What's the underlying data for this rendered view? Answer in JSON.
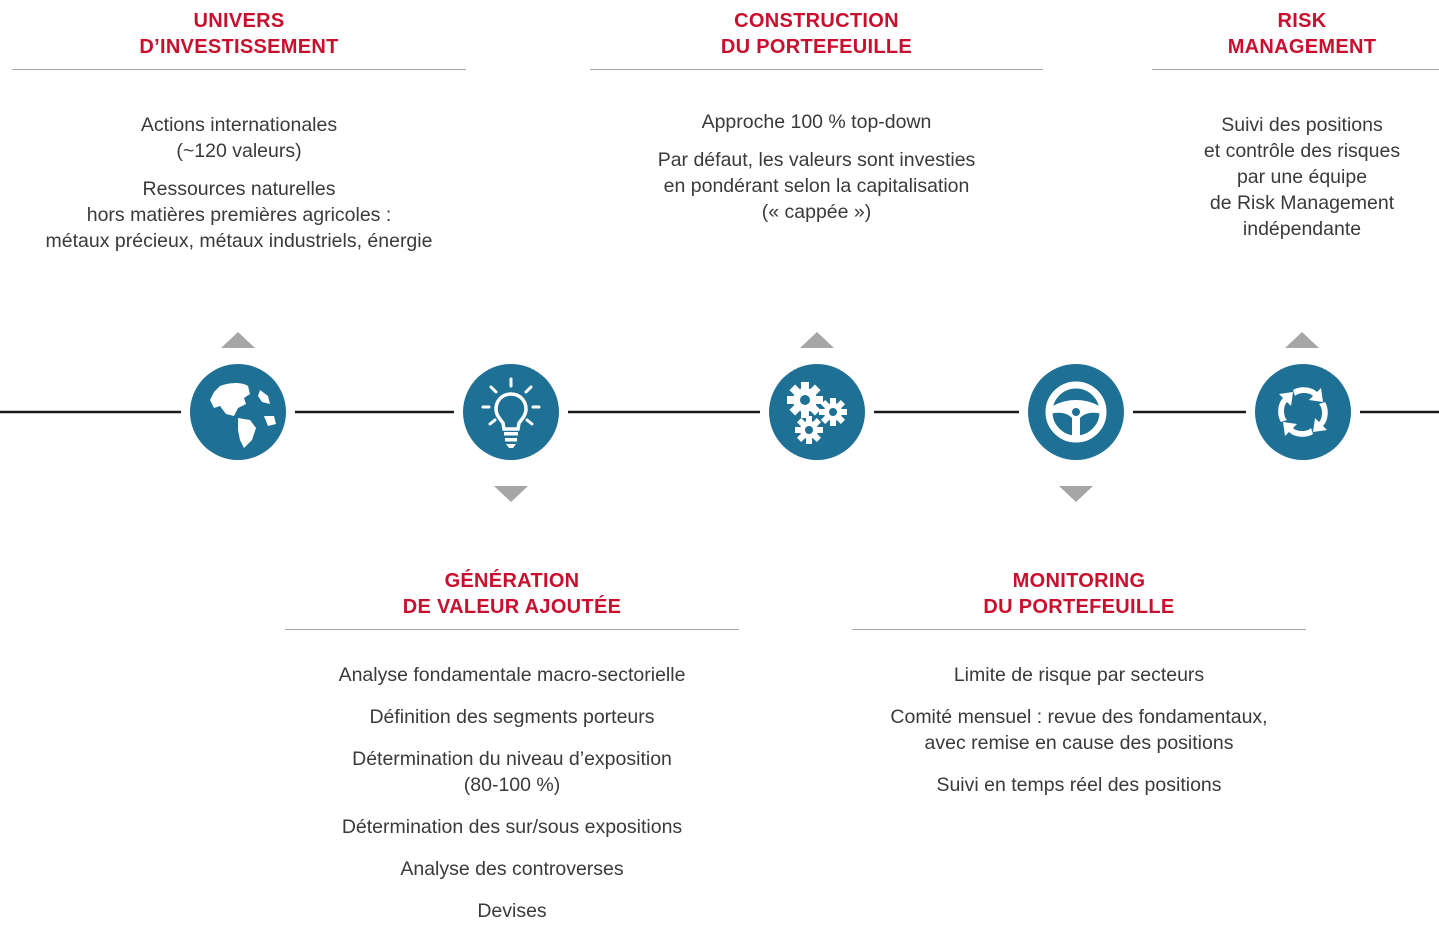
{
  "colors": {
    "title": "#c8102e",
    "text": "#3a3a3a",
    "icon_fill": "#1e7095",
    "line": "#1a1a1a",
    "arrow": "#a6a6a6"
  },
  "steps": [
    {
      "title": [
        "UNIVERS",
        "D’INVESTISSEMENT"
      ],
      "items": [
        "Actions internationales\n(~120 valeurs)",
        "Ressources naturelles\nhors matières premières agricoles :\nmétaux précieux, métaux industriels, énergie"
      ],
      "icon": "globe-icon"
    },
    {
      "title": [
        "GÉNÉRATION",
        "DE VALEUR AJOUTÉE"
      ],
      "items": [
        "Analyse fondamentale macro-sectorielle",
        "Définition des segments porteurs",
        "Détermination du niveau d’exposition\n(80-100 %)",
        "Détermination des sur/sous expositions",
        "Analyse des controverses",
        "Devises"
      ],
      "icon": "lightbulb-icon"
    },
    {
      "title": [
        "CONSTRUCTION",
        "DU PORTEFEUILLE"
      ],
      "items": [
        "Approche 100 % top-down",
        "Par défaut, les valeurs sont investies\nen pondérant selon la capitalisation\n(« cappée »)"
      ],
      "icon": "gears-icon"
    },
    {
      "title": [
        "MONITORING",
        "DU PORTEFEUILLE"
      ],
      "items": [
        "Limite de risque par secteurs",
        "Comité mensuel : revue des fondamentaux,\n avec remise en cause des positions",
        "Suivi en temps réel des positions"
      ],
      "icon": "steering-wheel-icon"
    },
    {
      "title": [
        "RISK",
        "MANAGEMENT"
      ],
      "items": [
        "Suivi des positions\net contrôle des risques\npar une équipe\nde Risk Management\nindépendante"
      ],
      "icon": "refresh-cycle-icon"
    }
  ]
}
